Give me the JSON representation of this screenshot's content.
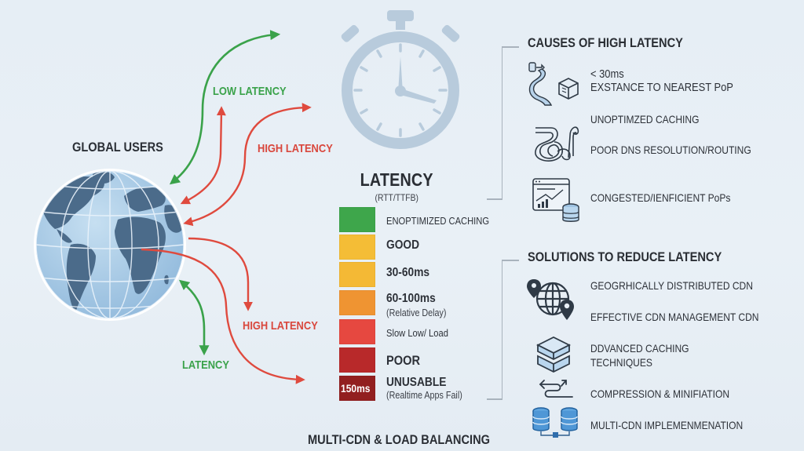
{
  "left": {
    "title": "GLOBAL USERS",
    "flow_labels": {
      "low_latency": "LOW LATENCY",
      "high_latency_top": "HIGH LATENCY",
      "high_latency_bottom": "HIGH LATENCY",
      "latency": "LATENCY"
    }
  },
  "center": {
    "icon": "stopwatch-icon",
    "title": "LATENCY",
    "subtitle": "(RTT/TTFB)",
    "scale": [
      {
        "color": "#3ea64b",
        "badge": "",
        "label": "ENOPTIMIZED CACHING",
        "sub": ""
      },
      {
        "color": "#f4bd36",
        "badge": "",
        "label": "GOOD",
        "sub": ""
      },
      {
        "color": "#f4b935",
        "badge": "",
        "label": "30-60ms",
        "sub": ""
      },
      {
        "color": "#ef9432",
        "badge": "",
        "label": "60-100ms",
        "sub": "(Relative Delay)"
      },
      {
        "color": "#e64840",
        "badge": "",
        "label": "Slow Low/ Load",
        "sub": ""
      },
      {
        "color": "#b8292a",
        "badge": "",
        "label": "POOR",
        "sub": ""
      },
      {
        "color": "#921f1f",
        "badge": "150ms",
        "label": "UNUSABLE",
        "sub": "(Realtime Apps Fail)"
      }
    ],
    "bottom_title": "MULTI-CDN & LOAD BALANCING"
  },
  "causes": {
    "title": "CAUSES OF HIGH LATENCY",
    "items": [
      {
        "icon": "winding-road-server-icon",
        "line1": "< 30ms",
        "line2": "EXSTANCE TO NEAREST PoP"
      },
      {
        "icon": "tangled-pipes-icon",
        "line1": "UNOPTIMZED CACHING",
        "line2": "POOR DNS RESOLUTION/ROUTING"
      },
      {
        "icon": "dashboard-database-icon",
        "line1": "CONGESTED/IENFICIENT PoPs",
        "line2": ""
      }
    ]
  },
  "solutions": {
    "title": "SOLUTIONS TO REDUCE LATENCY",
    "items": [
      {
        "icon": "globe-pins-icon",
        "label": "GEOGRHICALLY DISTRIBUTED CDN"
      },
      {
        "icon": "globe-pins-icon",
        "label": "EFFECTIVE CDN MANAGEMENT CDN"
      },
      {
        "icon": "stacked-layers-icon",
        "label": "DDVANCED CACHING",
        "label2": "TECHNIQUES"
      },
      {
        "icon": "route-arrows-icon",
        "label": "COMPRESSION & MINIFIATION"
      },
      {
        "icon": "linked-databases-icon",
        "label": "MULTI-CDN IMPLEMENMENATION"
      }
    ]
  },
  "colors": {
    "green": "#3aa24a",
    "red": "#d9473d",
    "globe_land": "#4d6d8c",
    "globe_sea": "#a9cbe6",
    "stopwatch": "#b7cadb",
    "icon_dark": "#2f3a46",
    "icon_fill": "#b9d6ee"
  }
}
